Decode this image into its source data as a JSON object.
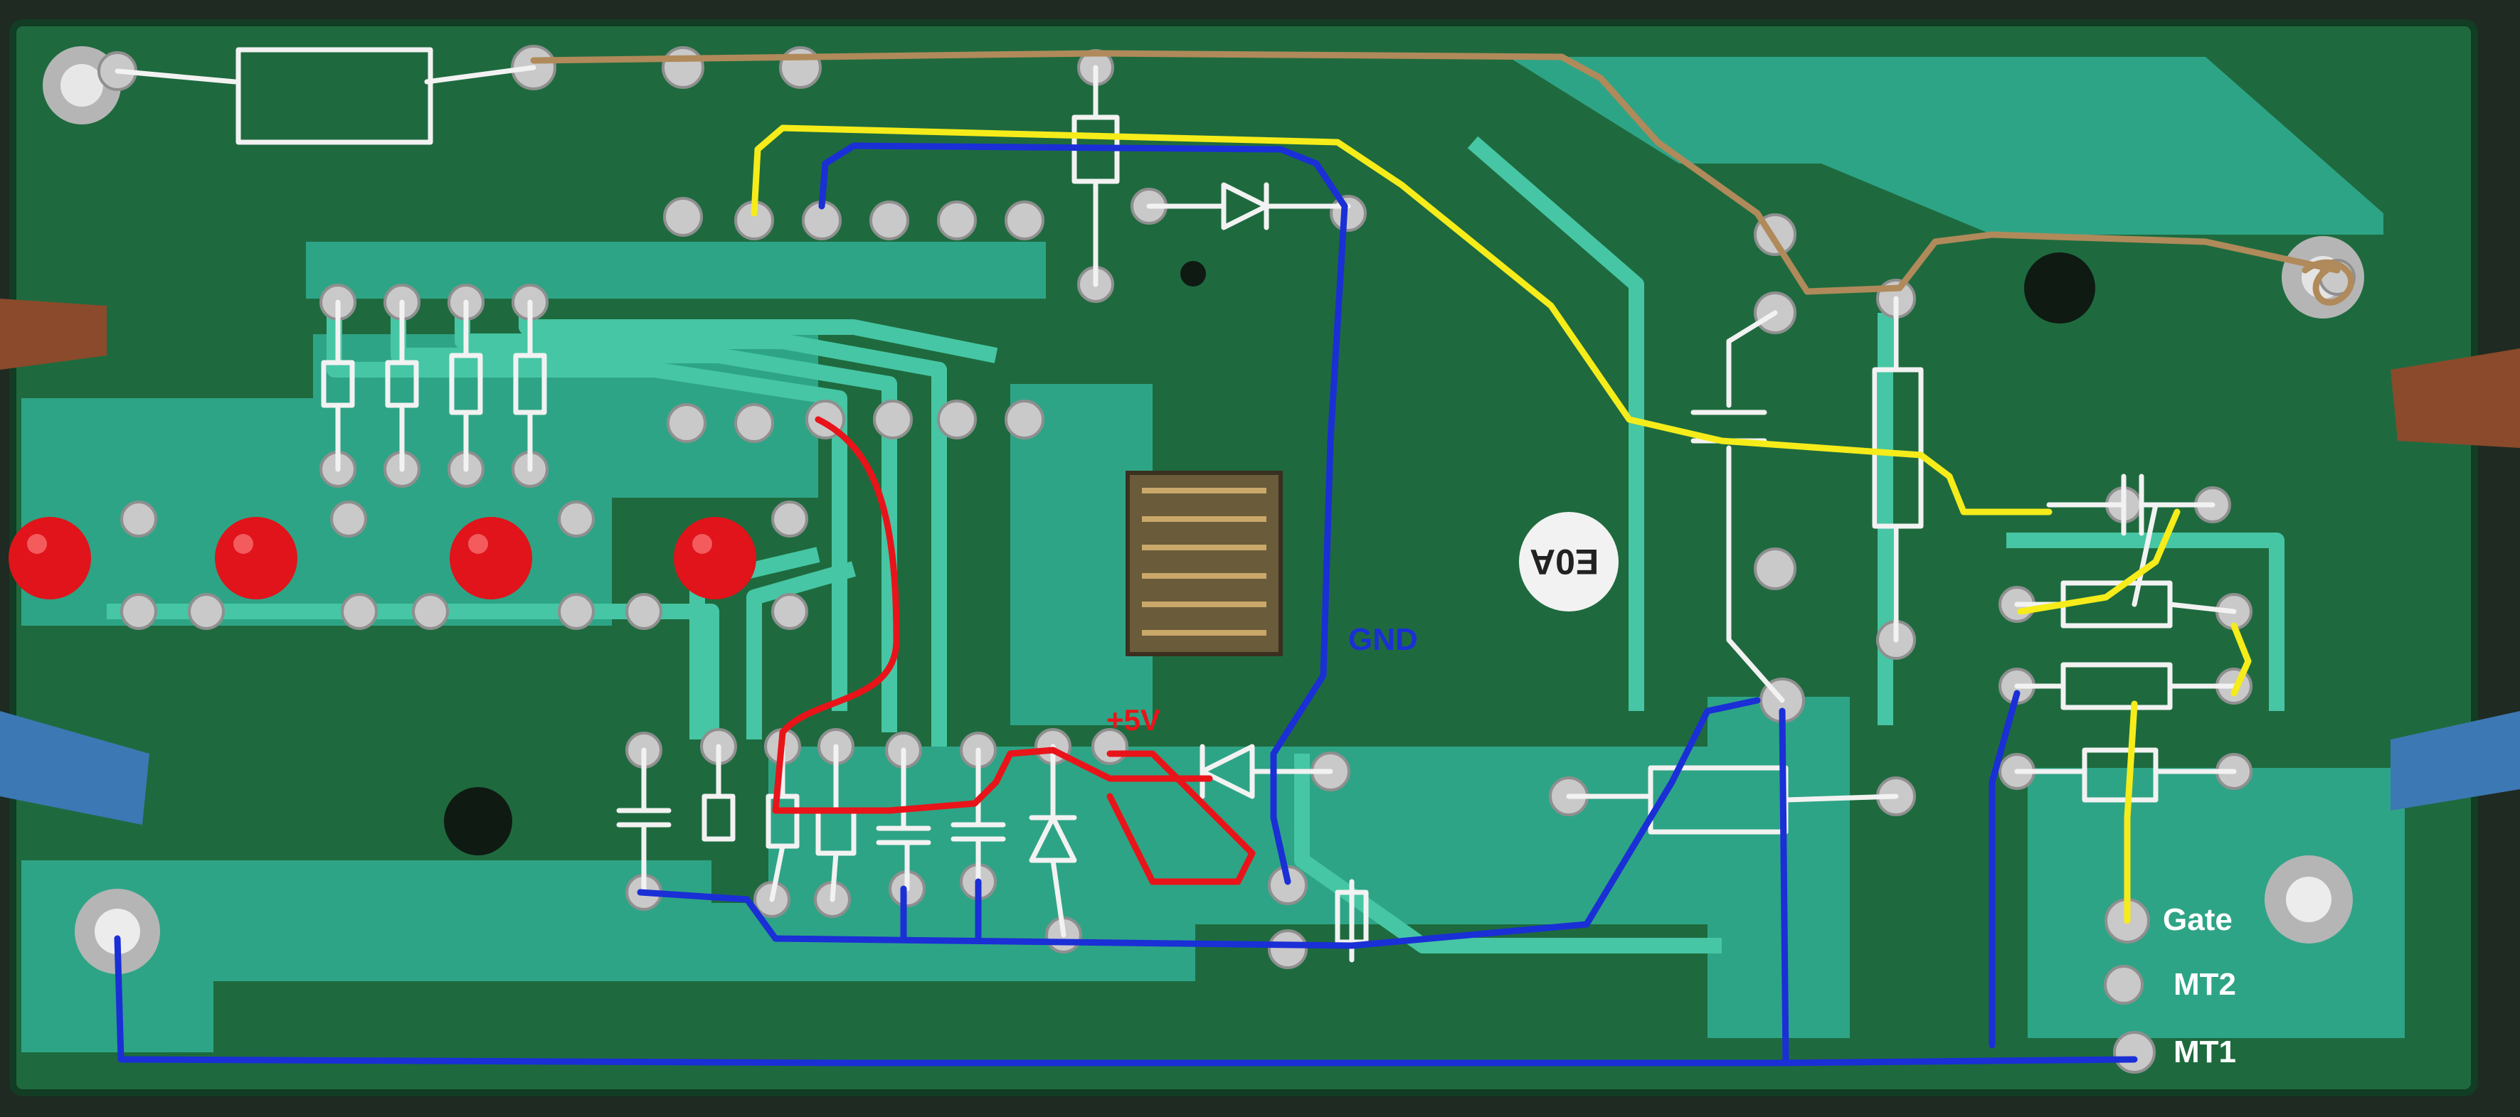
{
  "labels": {
    "gnd": "GND",
    "plus5v": "+5V",
    "gate": "Gate",
    "mt2": "MT2",
    "mt1": "MT1",
    "sticker": "E0A"
  },
  "colors": {
    "board": "#1e6a3e",
    "board_dark": "#154d2d",
    "trace": "#2fa88a",
    "trace_light": "#46c6a4",
    "pad": "#c9c9c9",
    "led": "#e0141a",
    "wire_brown": "#8b4a2b",
    "wire_blue": "#3c78b4",
    "overlay_white": "#f2f2f2",
    "overlay_yellow": "#f5ec1a",
    "overlay_blue": "#1a2fd6",
    "overlay_red": "#e8141a",
    "overlay_tan": "#b08a5a",
    "label_gnd": "#1a2fd6",
    "label_5v": "#e8141a",
    "label_pins": "#ffffff"
  }
}
